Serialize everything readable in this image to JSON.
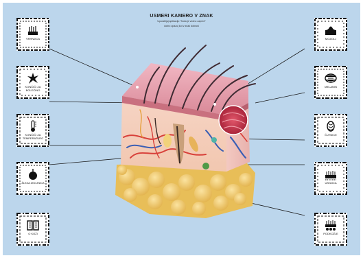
{
  "header": {
    "title": "USMERI KAMERO V ZNAK",
    "subtitle_line1": "Uporabljaj aplikacijo \"Koža je vedno zapred\"",
    "subtitle_line2": "dobro opazuj kot v znak dobrosi"
  },
  "markers": {
    "left": [
      {
        "label": "VRHNJICA",
        "icon": "epidermis-icon"
      },
      {
        "label": "KONČIČI ZA BOLEČINO",
        "icon": "pain-receptor-icon"
      },
      {
        "label": "KONČIČI ZA TEMPERATURO",
        "icon": "thermometer-icon"
      },
      {
        "label": "ŽLEZA ZNOJNICA",
        "icon": "sweat-gland-icon"
      },
      {
        "label": "O KOŽI",
        "icon": "book-icon"
      }
    ],
    "right": [
      {
        "label": "MOZOLJ",
        "icon": "pimple-icon"
      },
      {
        "label": "MELANIN",
        "icon": "melanin-icon"
      },
      {
        "label": "ČUTNICE",
        "icon": "sensory-cell-icon"
      },
      {
        "label": "USNJICA",
        "icon": "dermis-icon"
      },
      {
        "label": "PODKOŽJE",
        "icon": "subcutis-icon"
      }
    ]
  },
  "colors": {
    "background": "#bcd6ec",
    "skin_top": "#e9a6b4",
    "fat": "#f0c96a",
    "vessel_red": "#d8403a",
    "vessel_blue": "#3b5fb4"
  }
}
